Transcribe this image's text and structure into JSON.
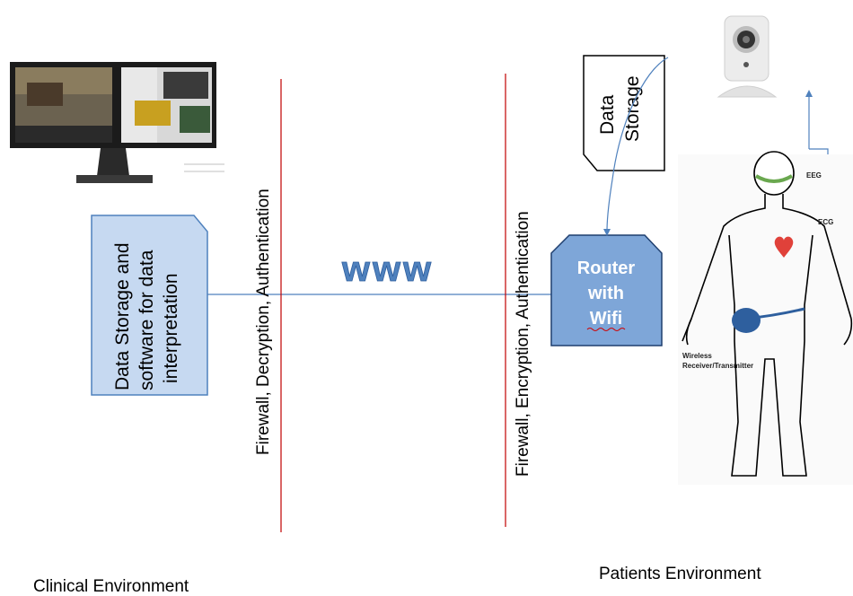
{
  "clinical_box": {
    "lines": [
      "Data Storage and",
      "software for data",
      "interpretation"
    ]
  },
  "clinical_security": "Firewall, Decryption,  Authentication",
  "network": "www",
  "patient_security": "Firewall, Encryption,  Authentication",
  "router": {
    "lines": [
      "Router",
      "with",
      "Wifi"
    ]
  },
  "data_storage": {
    "lines": [
      "Data",
      "Storage"
    ]
  },
  "body_labels": {
    "eeg": "EEG",
    "ecg": "ECG",
    "wireless_line1": "Wireless",
    "wireless_line2": "Receiver/Transmitter"
  },
  "environments": {
    "clinical": "Clinical Environment",
    "patients": "Patients Environment"
  },
  "colors": {
    "box_fill": "#c6d9f1",
    "box_stroke": "#4f81bd",
    "router_fill": "#7ea6d8",
    "divider": "#c00000",
    "link": "#4f81bd",
    "heart": "#e0413a",
    "eeg_band": "#6aa84f",
    "belt": "#2e5f9e"
  }
}
